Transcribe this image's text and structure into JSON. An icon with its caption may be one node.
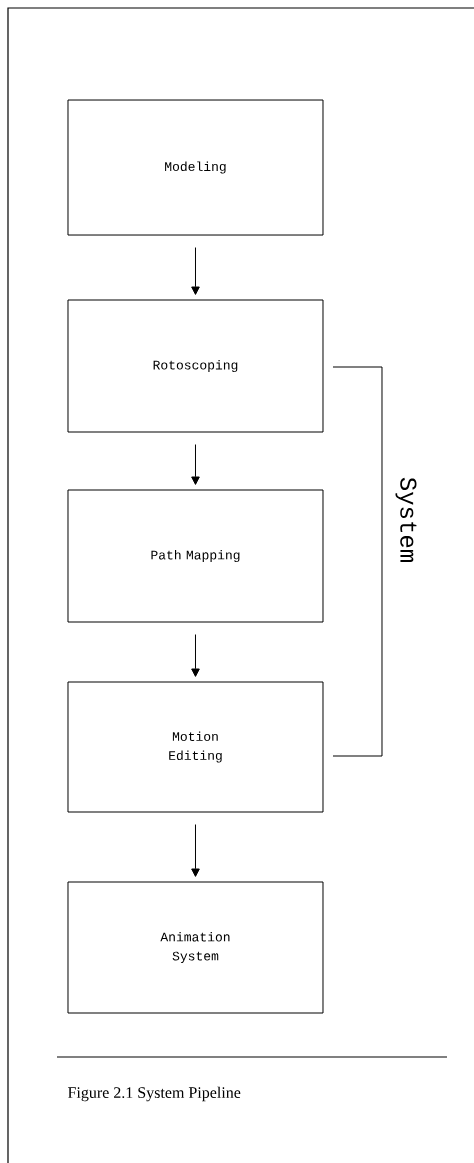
{
  "diagram": {
    "caption": "Figure 2.1 System Pipeline",
    "nodes": [
      {
        "text": [
          "Modeling"
        ]
      },
      {
        "text": [
          "Rotoscoping"
        ]
      },
      {
        "text": [
          "Path Mapping"
        ]
      },
      {
        "text": [
          "Motion Editing"
        ]
      },
      {
        "text": [
          "Animation System"
        ]
      }
    ],
    "edges": [
      {
        "from": 0,
        "to": 1,
        "arrow": "to"
      },
      {
        "from": 1,
        "to": 2,
        "arrow": "to"
      },
      {
        "from": 2,
        "to": 3,
        "arrow": "to"
      },
      {
        "from": 3,
        "to": 4,
        "arrow": "to"
      }
    ],
    "labels": [
      "System"
    ]
  }
}
